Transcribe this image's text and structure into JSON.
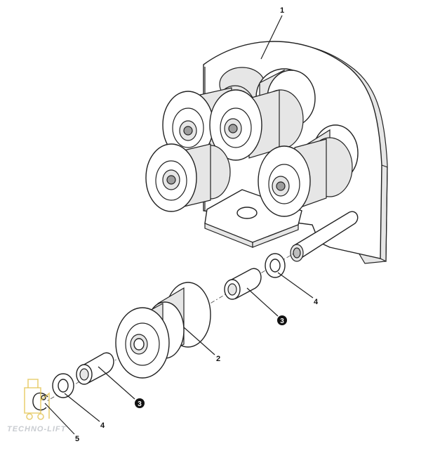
{
  "callouts": {
    "c1": "1",
    "c2": "2",
    "c3a": "3",
    "c3b": "3",
    "c4a": "4",
    "c4b": "4",
    "c5": "5"
  },
  "watermark": {
    "text": "TECHNO-LIFT",
    "color": "#e2c04a"
  }
}
